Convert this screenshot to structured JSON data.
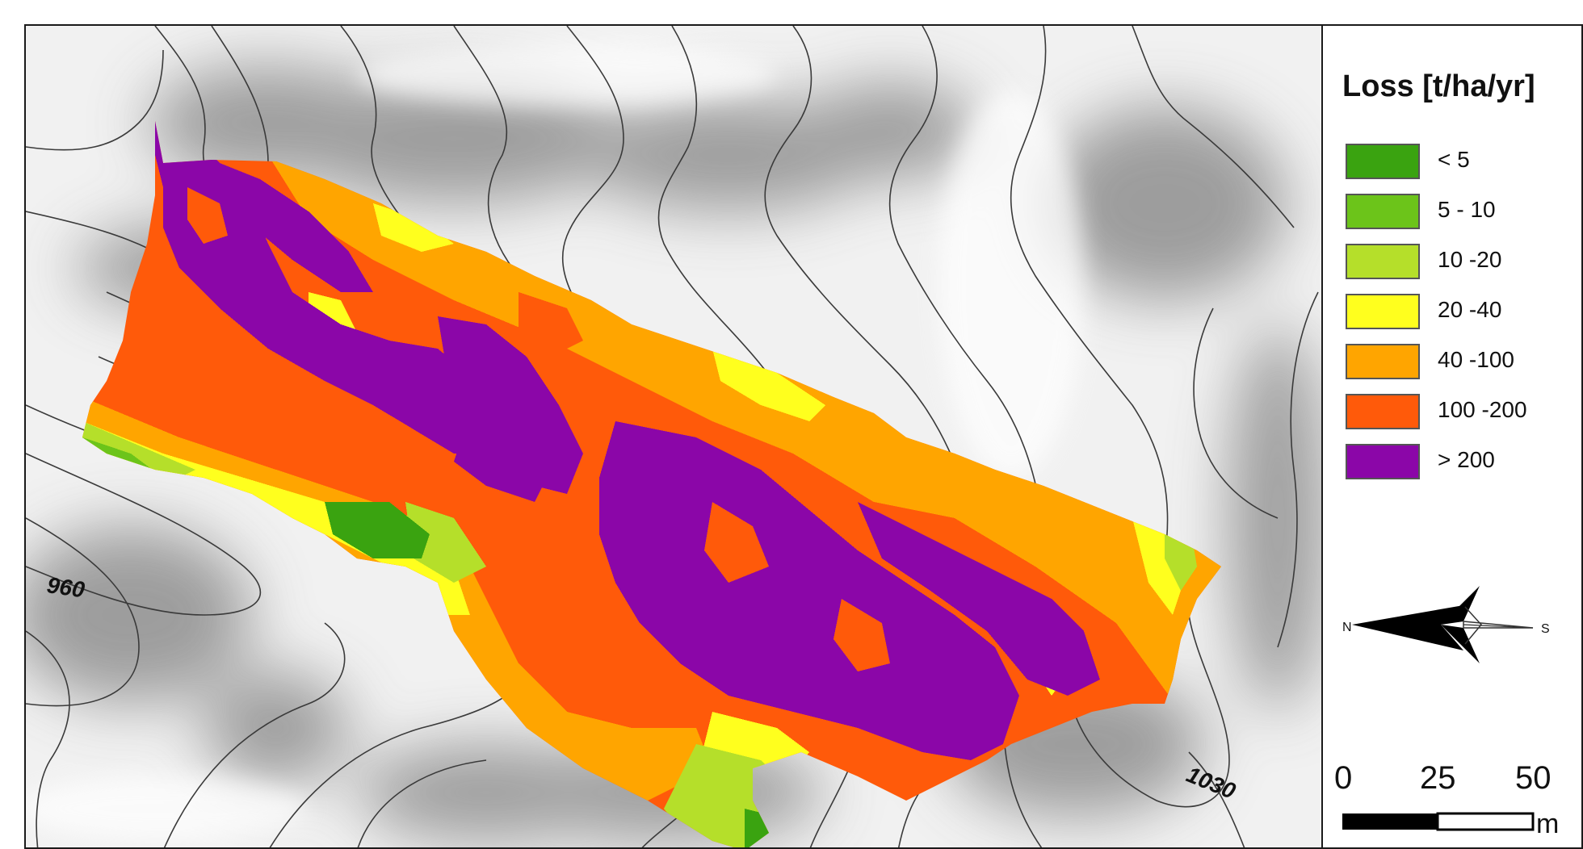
{
  "legend": {
    "title": "Loss [t/ha/yr]",
    "classes": [
      {
        "label": "< 5",
        "color": "#3aa310"
      },
      {
        "label": "5 - 10",
        "color": "#6cc41a"
      },
      {
        "label": "10 -20",
        "color": "#b5df2a"
      },
      {
        "label": "20 -40",
        "color": "#ffff1e"
      },
      {
        "label": "40 -100",
        "color": "#ffa500"
      },
      {
        "label": "100 -200",
        "color": "#ff5a0a"
      },
      {
        "label": "> 200",
        "color": "#8b06a8"
      }
    ]
  },
  "north_arrow": {
    "n_label": "N",
    "s_label": "S"
  },
  "scale_bar": {
    "ticks": [
      "0",
      "25",
      "50"
    ],
    "unit": "m"
  },
  "contours": {
    "label_low": "960",
    "label_high": "1030"
  }
}
